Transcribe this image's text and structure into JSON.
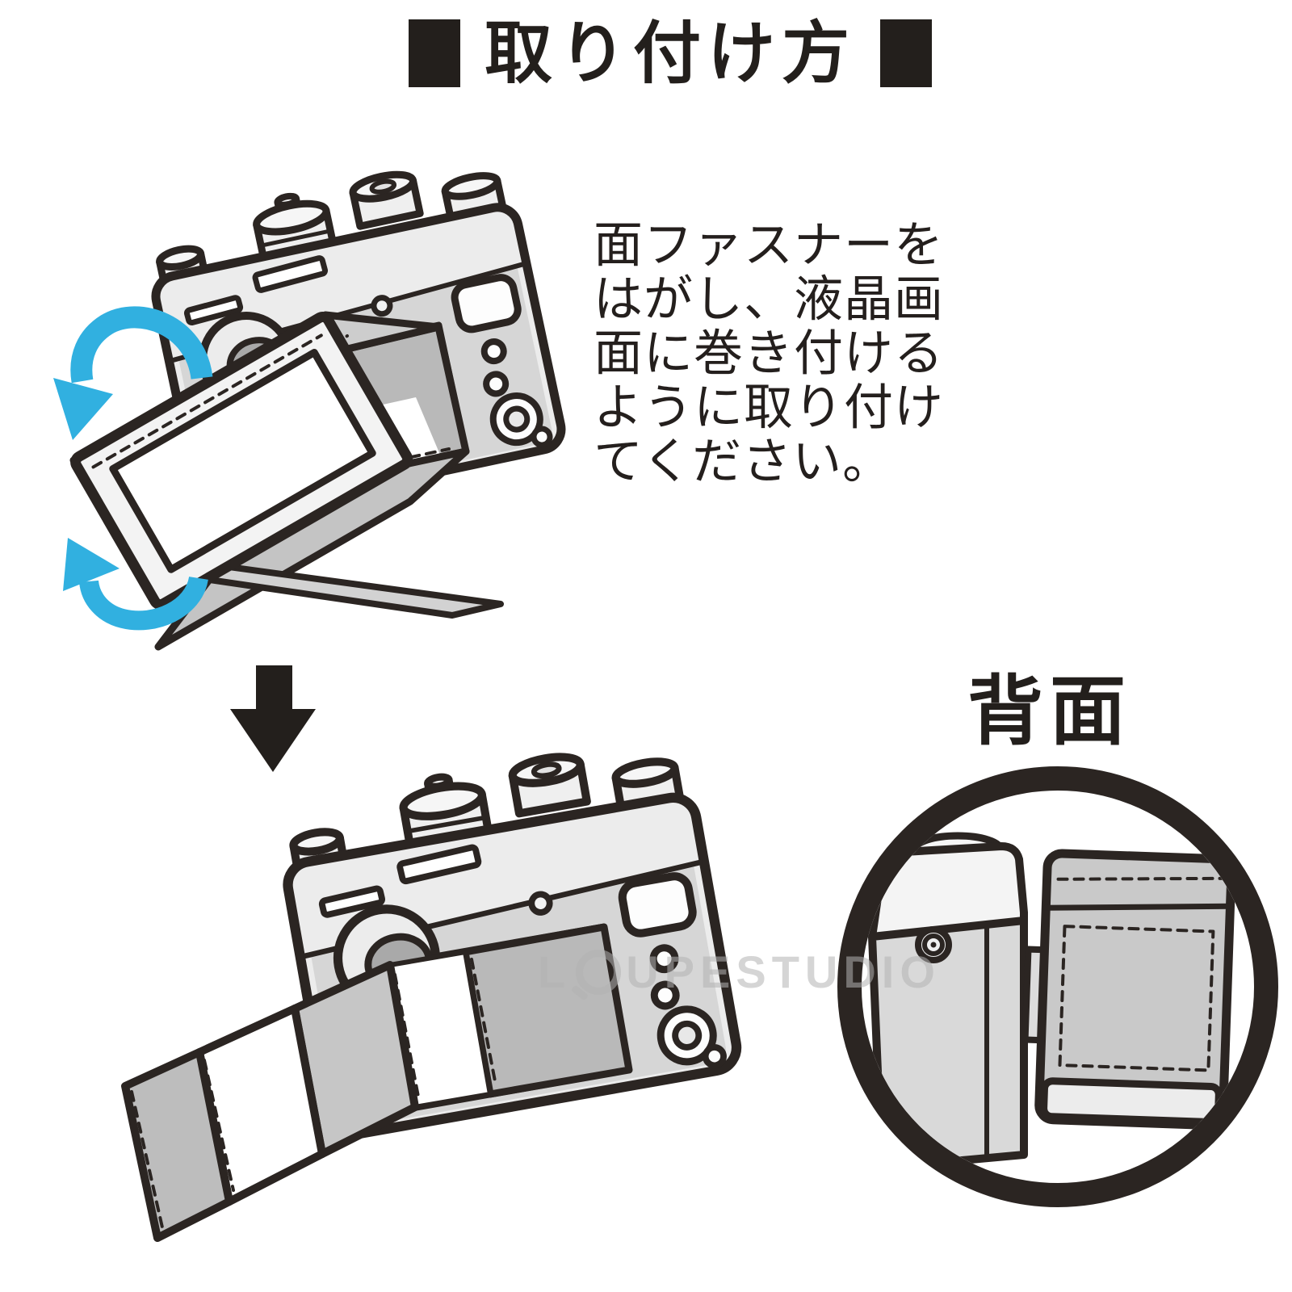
{
  "page": {
    "title": "取り付け方",
    "title_full": "■ 取り付け方 ■",
    "watermark": "LOUPESTUDIO",
    "watermark_before_o": "L",
    "watermark_after_o": "UPESTUDIO"
  },
  "step1": {
    "instruction_lines": [
      "面ファスナーを",
      "はがし、液晶画",
      "面に巻き付ける",
      "ように取り付け",
      "てください。"
    ]
  },
  "step2": {
    "back_view_label": "背面"
  },
  "icons": {
    "title_squares": "black-square-markers",
    "rotate_arrow_top": "cyan-curved-rotate-arrow",
    "rotate_arrow_bottom": "cyan-curved-rotate-arrow",
    "down_arrow": "black-down-arrow",
    "watermark_o": "magnifier-ring"
  },
  "colors": {
    "outline": "#2b2522",
    "arrow_cyan": "#31b0e0",
    "camera_light": "#ececec",
    "camera_back_gray": "#d6d6d6",
    "hood_gray": "#c0c0c0",
    "lcd_gray": "#b9b9b9",
    "watermark_gray": "#b2b2b2"
  }
}
